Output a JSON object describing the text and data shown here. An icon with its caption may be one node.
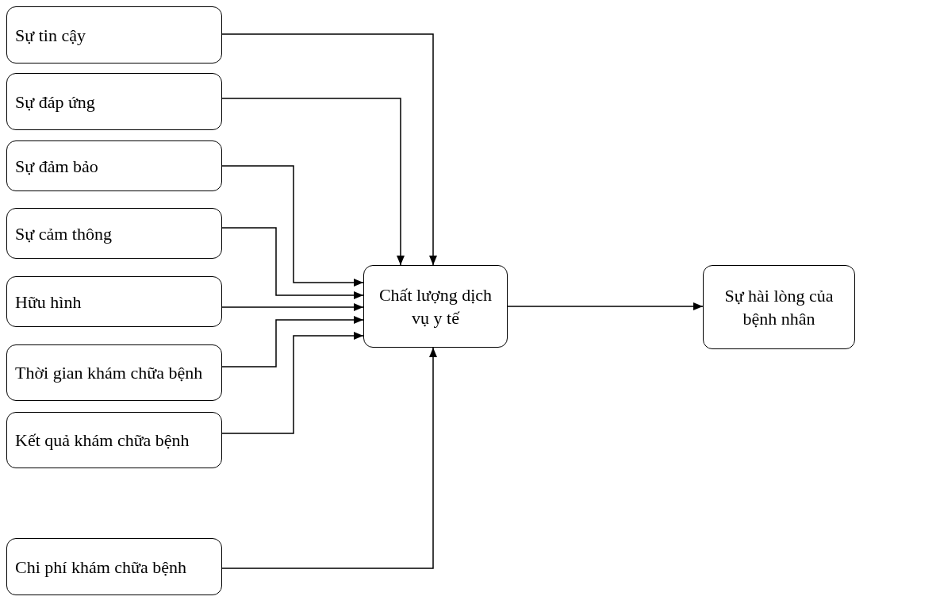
{
  "diagram": {
    "nodes": [
      {
        "text": [
          "Sự tin cậy"
        ]
      },
      {
        "text": [
          "Sự đáp ứng"
        ]
      },
      {
        "text": [
          "Sự đảm bảo"
        ]
      },
      {
        "text": [
          "Sự cảm thông"
        ]
      },
      {
        "text": [
          "Hữu hình"
        ]
      },
      {
        "text": [
          "Thời gian khám chữa bệnh"
        ]
      },
      {
        "text": [
          "Kết quả khám chữa bệnh"
        ]
      },
      {
        "text": [
          "Chi phí khám chữa bệnh"
        ]
      },
      {
        "text": [
          "Chất lượng dịch vụ y tế"
        ]
      },
      {
        "text": [
          "Sự hài lòng của bệnh nhân"
        ]
      }
    ],
    "edges": [
      {
        "from": 0,
        "to": 8,
        "arrow": "to"
      },
      {
        "from": 1,
        "to": 8,
        "arrow": "to"
      },
      {
        "from": 2,
        "to": 8,
        "arrow": "to"
      },
      {
        "from": 3,
        "to": 8,
        "arrow": "to"
      },
      {
        "from": 4,
        "to": 8,
        "arrow": "to"
      },
      {
        "from": 5,
        "to": 8,
        "arrow": "to"
      },
      {
        "from": 6,
        "to": 8,
        "arrow": "to"
      },
      {
        "from": 7,
        "to": 8,
        "arrow": "to"
      },
      {
        "from": 8,
        "to": 9,
        "arrow": "to"
      }
    ]
  }
}
